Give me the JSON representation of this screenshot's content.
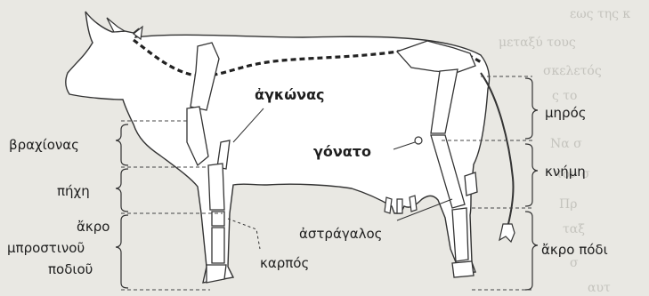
{
  "labels": {
    "elbow": "ἀγκώνας",
    "knee": "γόνατο",
    "upper_arm": "βραχίονας",
    "forearm": "πήχη",
    "front_foot_line1": "ἄκρο",
    "front_foot_line2": "μπροστινοῦ",
    "front_foot_line3": "ποδιοῦ",
    "carpus": "καρπός",
    "talus": "ἀστράγαλος",
    "thigh": "μηρός",
    "shank": "κνήμη",
    "hind_foot": "ἄκρο πόδι"
  },
  "background_text": [
    "εως της κ",
    "μεταξύ τους",
    "σκελετός",
    "ς το",
    "Να σ",
    "τον σ",
    "Πρ",
    "ταξ",
    "σ",
    "αυτ"
  ]
}
